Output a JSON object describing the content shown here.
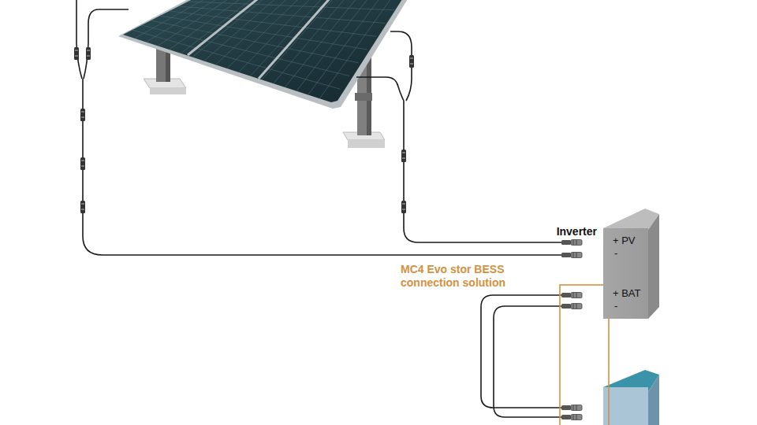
{
  "diagram": {
    "nodes": [
      {
        "text": [
          "Inverter",
          "+ PV",
          "-",
          "+ BAT",
          "-"
        ]
      }
    ],
    "labels": [
      "MC4 Evo stor BESS connection solution"
    ]
  }
}
